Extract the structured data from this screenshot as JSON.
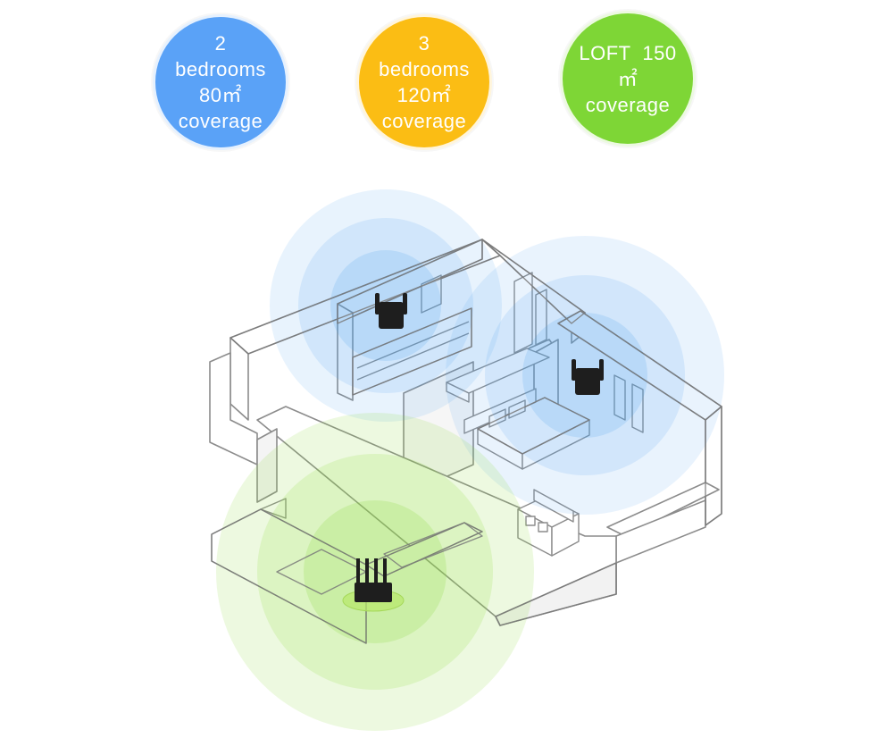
{
  "badges": [
    {
      "lines": [
        "2",
        "bedrooms",
        "80㎡",
        "coverage"
      ],
      "color": "#5aa2f7"
    },
    {
      "lines": [
        "3",
        "bedrooms",
        "120㎡",
        "coverage"
      ],
      "color": "#fbbd14"
    },
    {
      "lines": [
        "LOFT  150",
        "㎡",
        "coverage"
      ],
      "color": "#7ed636"
    }
  ],
  "colors": {
    "wall_stroke": "#8c8c8c",
    "wall_fill": "#ffffff",
    "wifi_blue": "#4a9ff0",
    "wifi_green": "#8fdc3e",
    "device": "#1e1e1e"
  },
  "devices": [
    {
      "name": "router",
      "icon": "router-icon"
    },
    {
      "name": "extender-left",
      "icon": "wifi-extender-icon"
    },
    {
      "name": "extender-right",
      "icon": "wifi-extender-icon"
    }
  ]
}
